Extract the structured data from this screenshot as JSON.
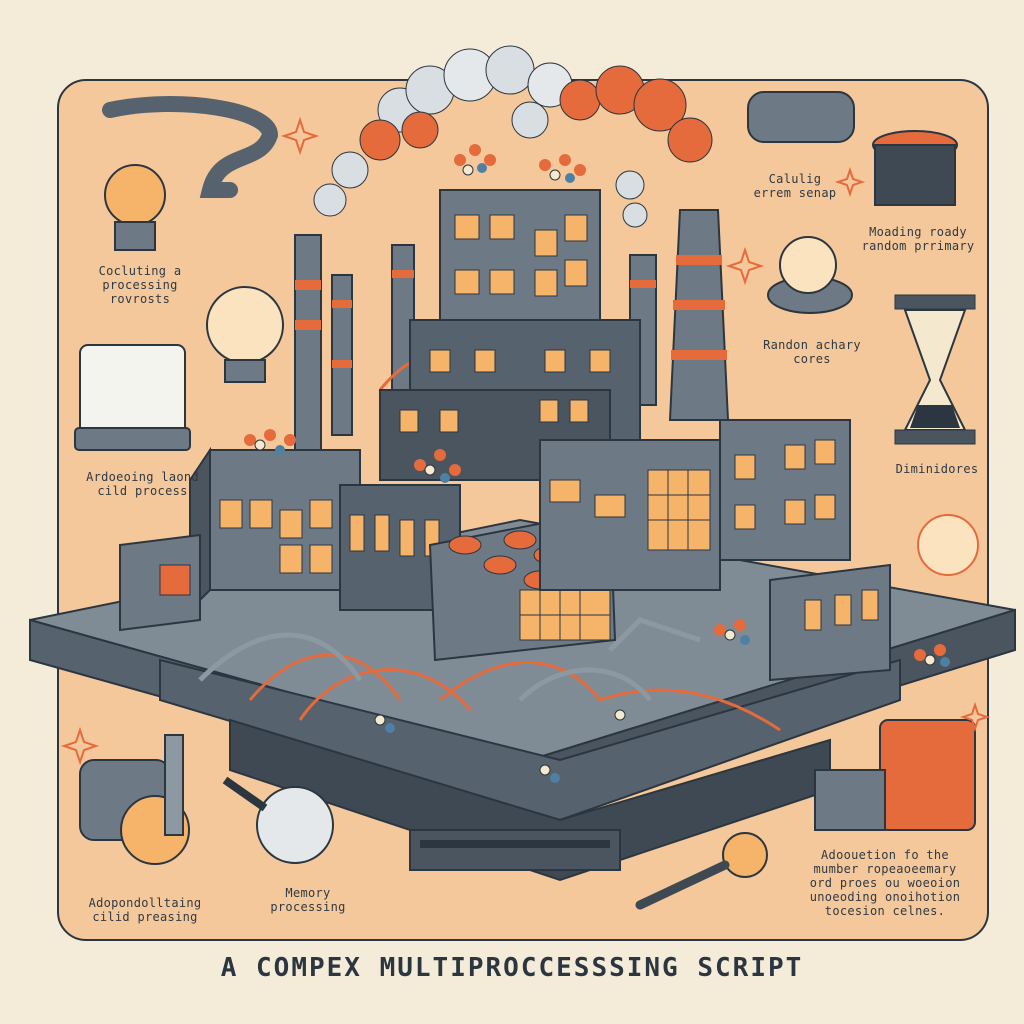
{
  "title": "A COMPEX MULTIPROCCESSSING SCRIPT",
  "labels": {
    "calculating_processing": "Cocluting a\nprocessing\nrovrosts",
    "arrogging_loaned": "Ardoeoing laond\ncild process",
    "adopondolltaing": "Adopondolltaing\ncilid preasing",
    "memory_processing": "Memory\nprocessing",
    "caluling_events": "Calulig\nerrem senap",
    "moading_ready": "Moading roady\nrandom prrimary",
    "random_achary": "Randon achary\ncores",
    "diminidores": "Diminidores",
    "adouation": "Adoouetion fo the\nmumber ropeaoeemary\nord proes ou woeoion\nunoeoding onoihotion\ntocesion celnes."
  },
  "colors": {
    "background": "#f4ecd9",
    "panel": "#f4c89a",
    "building": "#6d7a86",
    "building_dark": "#4a5560",
    "window_glow": "#f6b36a",
    "accent_orange": "#e56a3c",
    "smoke": "#d8dee2"
  }
}
